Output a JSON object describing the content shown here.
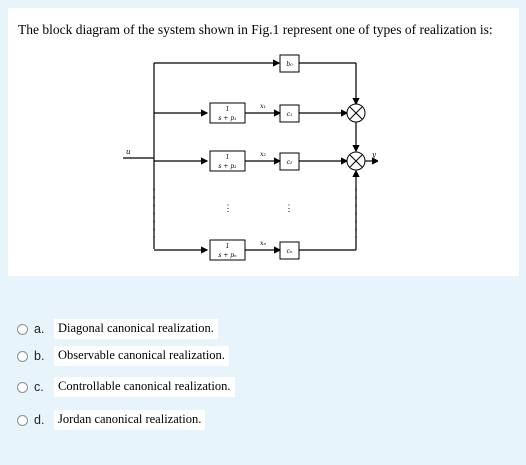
{
  "question": {
    "text": "The block diagram of the system shown in Fig.1 represent one of types of realization is:"
  },
  "diagram": {
    "input": "u",
    "output": "y",
    "direct_gain": "b₀",
    "blocks": [
      {
        "tf_num": "1",
        "tf_den": "s + p₁",
        "state": "x₁",
        "gain": "c₁"
      },
      {
        "tf_num": "1",
        "tf_den": "s + p₂",
        "state": "x₂",
        "gain": "c₂"
      },
      {
        "tf_num": "1",
        "tf_den": "s + pₙ",
        "state": "xₙ",
        "gain": "cₙ"
      }
    ]
  },
  "options": [
    {
      "letter": "a.",
      "text": "Diagonal canonical realization."
    },
    {
      "letter": "b.",
      "text": "Observable canonical realization."
    },
    {
      "letter": "c.",
      "text": "Controllable canonical realization."
    },
    {
      "letter": "d.",
      "text": "Jordan canonical realization."
    }
  ]
}
